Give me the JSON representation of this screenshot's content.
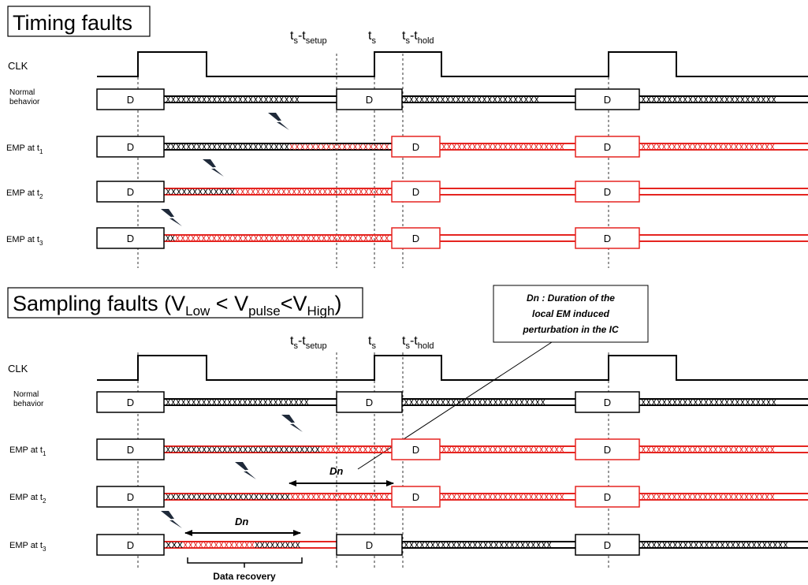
{
  "sections": [
    {
      "title": "Timing faults",
      "signal_labels": {
        "clk": "CLK",
        "normal": [
          "Normal",
          "behavior"
        ],
        "emp_base": "EMP at t",
        "emp_sub": [
          "1",
          "2",
          "3"
        ]
      },
      "time_markers": {
        "t_s": "t",
        "sub_s": "s",
        "setup_base": "t",
        "setup_sub1": "s",
        "setup_dash": "-t",
        "setup_sub2": "setup",
        "hold_base": "t",
        "hold_sub1": "s",
        "hold_dash": "-t",
        "hold_sub2": "hold"
      },
      "data_label": "D"
    },
    {
      "title_pre": "Sampling faults (V",
      "sub_low": "Low",
      "title_mid1": " < V",
      "sub_pulse": "pulse",
      "title_mid2": "<V",
      "sub_high": "High",
      "title_post": ")",
      "callout": [
        "Dn : Duration of the",
        "local EM induced",
        "perturbation in the IC"
      ],
      "dn_label": "Dn",
      "data_recovery": "Data recovery"
    }
  ],
  "colors": {
    "fault": "#e52420",
    "normal": "#000000",
    "bolt": "#1f2a3a"
  }
}
